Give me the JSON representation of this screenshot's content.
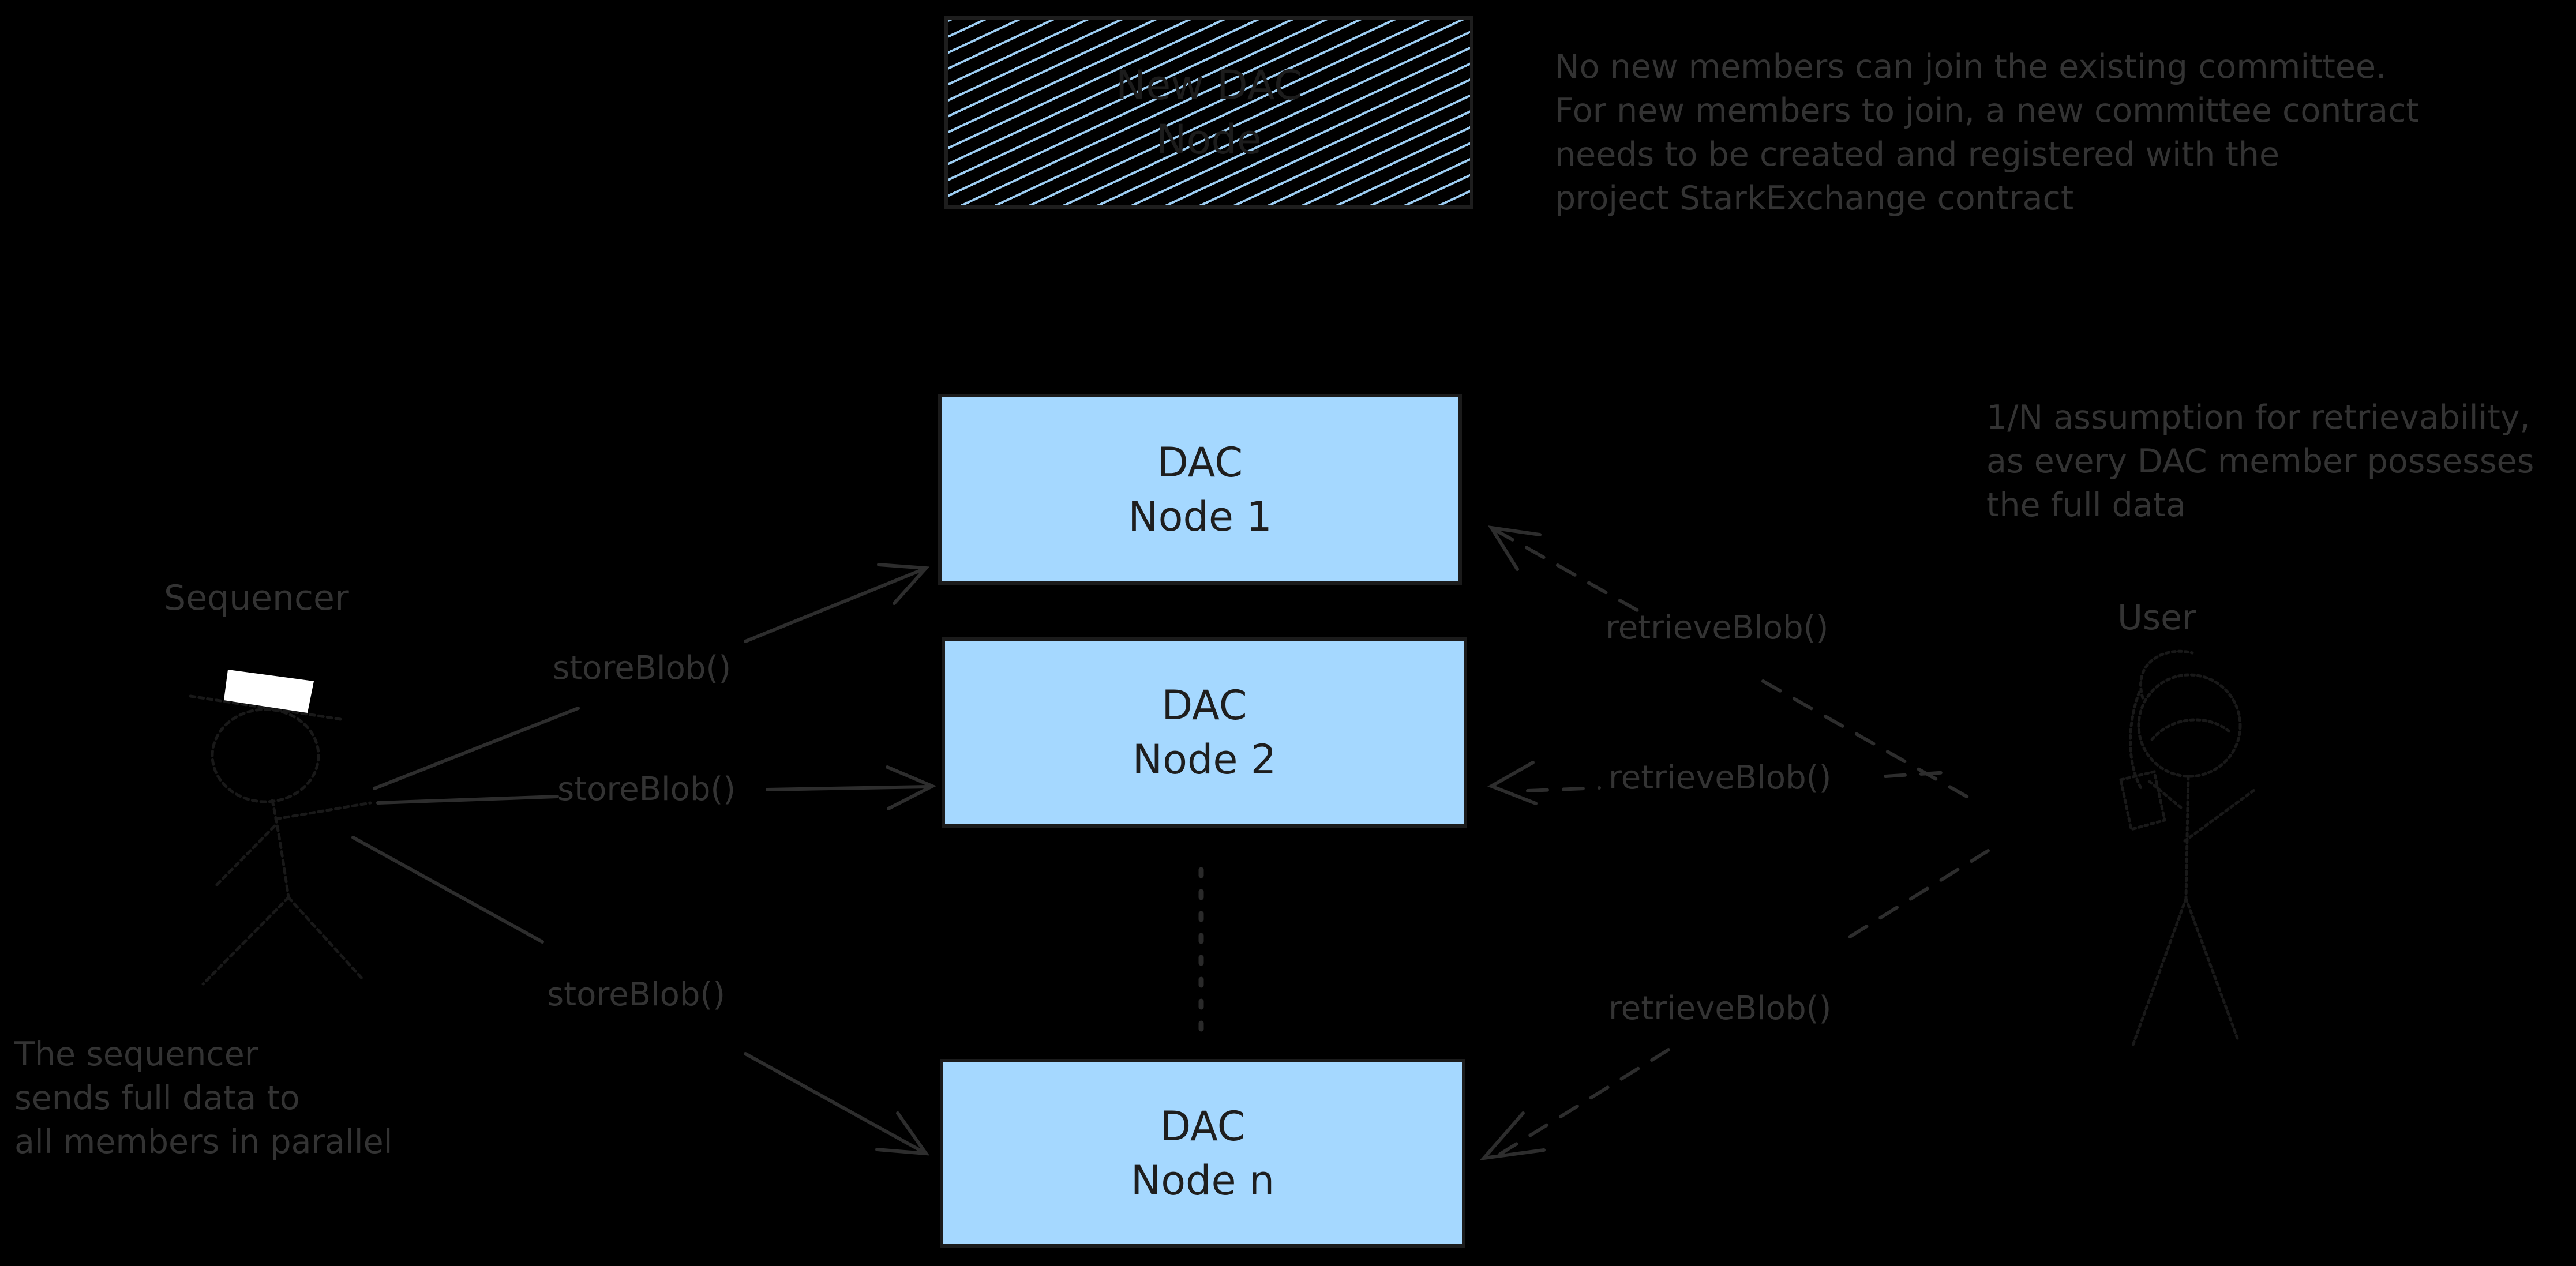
{
  "diagram": {
    "background": "#000000",
    "boxes": {
      "new_dac_node": {
        "line1": "New DAC",
        "line2": "Node"
      },
      "dac_node_1": {
        "line1": "DAC",
        "line2": "Node 1"
      },
      "dac_node_2": {
        "line1": "DAC",
        "line2": "Node 2"
      },
      "dac_node_n": {
        "line1": "DAC",
        "line2": "Node n"
      }
    },
    "actors": {
      "sequencer": "Sequencer",
      "user": "User"
    },
    "edge_labels": {
      "store_blob": "storeBlob()",
      "retrieve_blob": "retrieveBlob()"
    },
    "notes": {
      "committee": {
        "line1": "No new members can join the existing committee.",
        "line2": "For new members to join, a new committee contract",
        "line3": "needs to be created and registered with the",
        "line4": "project StarkExchange contract"
      },
      "retrievability": {
        "line1": "1/N assumption for retrievability,",
        "line2": "as every DAC member possesses",
        "line3": "the full data"
      },
      "sequencer_parallel": {
        "line1": "The sequencer",
        "line2": "sends full data to",
        "line3": "all members in parallel"
      }
    },
    "colors": {
      "node_fill": "#a5d8ff",
      "node_border": "#1b1b1b",
      "node_text": "#1e1e1e",
      "annotation_text": "#333333",
      "arrow": "#2d2d2d",
      "dotted_line": "#2a2a2a",
      "figure_stroke": "#191919",
      "hat_fill": "#ffffff"
    }
  }
}
